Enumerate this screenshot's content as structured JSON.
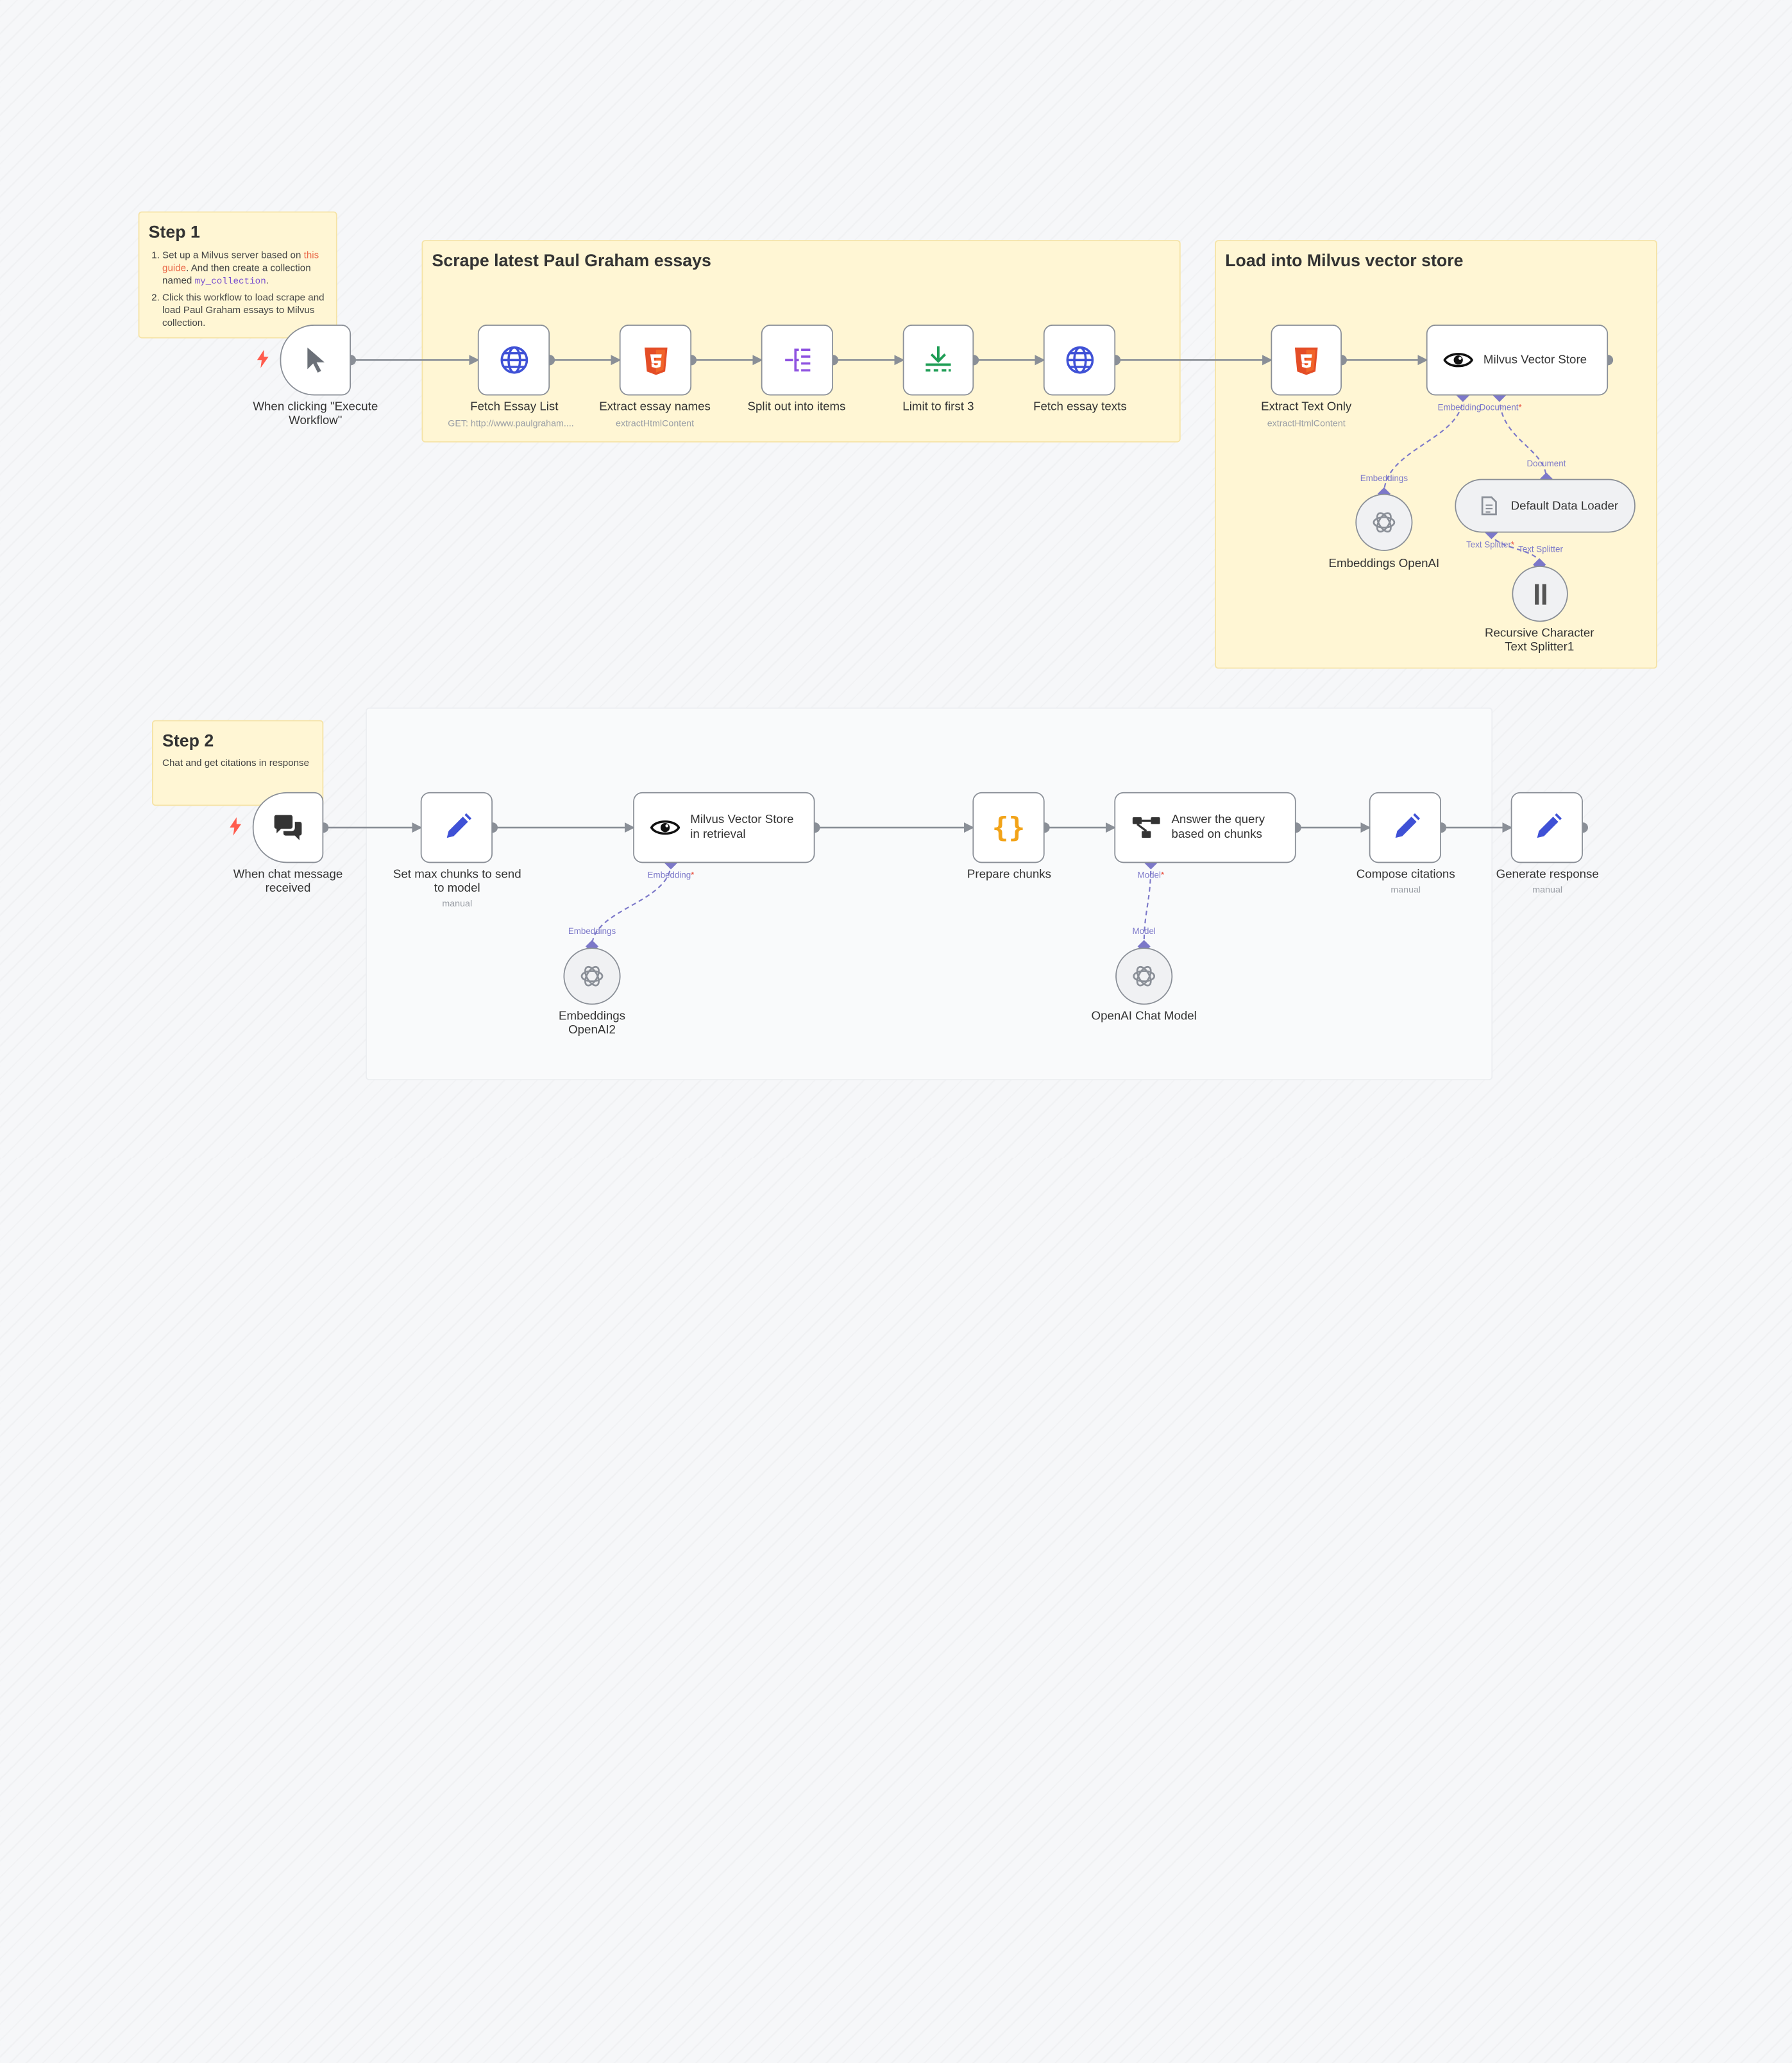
{
  "step1": {
    "title": "Step 1",
    "item1_a": "Set up a Milvus server based on ",
    "item1_link": "this guide",
    "item1_b": ". And then create a collection named ",
    "item1_code": "my_collection",
    "item1_c": ".",
    "item2": "Click this workflow to load scrape and load Paul Graham essays to Milvus collection."
  },
  "step2": {
    "title": "Step 2",
    "body": "Chat and get citations in response"
  },
  "group_scrape": {
    "title": "Scrape latest Paul Graham essays"
  },
  "group_load": {
    "title": "Load into Milvus vector store"
  },
  "nodes": {
    "manual_trigger": {
      "label": "When clicking \"Execute Workflow\"",
      "icon": "cursor-icon"
    },
    "fetch_list": {
      "label": "Fetch Essay List",
      "sub": "GET: http://www.paulgraham....",
      "icon": "globe-icon"
    },
    "extract_names": {
      "label": "Extract essay names",
      "sub": "extractHtmlContent",
      "icon": "html5-icon"
    },
    "split_items": {
      "label": "Split out into items",
      "icon": "split-icon"
    },
    "limit": {
      "label": "Limit to first 3",
      "icon": "limit-icon"
    },
    "fetch_texts": {
      "label": "Fetch essay texts",
      "icon": "globe-icon"
    },
    "extract_text": {
      "label": "Extract Text Only",
      "sub": "extractHtmlContent",
      "icon": "html5-icon"
    },
    "milvus_store": {
      "label": "Milvus Vector Store",
      "icon": "eye-icon"
    },
    "embeddings_openai": {
      "label": "Embeddings OpenAI",
      "icon": "openai-icon"
    },
    "data_loader": {
      "label": "Default Data Loader",
      "icon": "document-icon"
    },
    "text_splitter": {
      "label": "Recursive Character Text Splitter1",
      "icon": "pause-bars-icon"
    },
    "chat_trigger": {
      "label": "When chat message received",
      "icon": "chat-icon"
    },
    "set_chunks": {
      "label": "Set max chunks to send to model",
      "sub": "manual",
      "icon": "pencil-icon"
    },
    "milvus_retrieval": {
      "label": "Milvus Vector Store in retrieval",
      "icon": "eye-icon"
    },
    "prepare_chunks": {
      "label": "Prepare chunks",
      "icon": "code-braces-icon"
    },
    "answer_query": {
      "label": "Answer the query based on chunks",
      "icon": "chain-icon"
    },
    "compose_citations": {
      "label": "Compose citations",
      "sub": "manual",
      "icon": "pencil-icon"
    },
    "generate_response": {
      "label": "Generate response",
      "sub": "manual",
      "icon": "pencil-icon"
    },
    "embeddings_openai2": {
      "label": "Embeddings OpenAI2",
      "icon": "openai-icon"
    },
    "openai_chat": {
      "label": "OpenAI Chat Model",
      "icon": "openai-icon"
    }
  },
  "ports": {
    "store_embedding": "Embedding",
    "store_document": "Document",
    "embeddings_out": "Embeddings",
    "loader_in": "Document",
    "loader_splitter": "Text Splitter",
    "splitter_out": "Text Splitter",
    "retrieval_embedding": "Embedding",
    "embeddings2_out": "Embeddings",
    "answer_model": "Model",
    "chat_model_out": "Model",
    "required_mark": "*"
  },
  "colors": {
    "sticky_bg": "#fff6d4",
    "edge": "#8a8f97",
    "sub_edge": "#7c78c9",
    "globe": "#3f51d6",
    "html5": "#e44d26",
    "split": "#8e52e0",
    "limit": "#1f9d55",
    "pencil": "#3f51d6",
    "braces": "#f2a318",
    "trigger_bolt": "#ff5c4d"
  }
}
